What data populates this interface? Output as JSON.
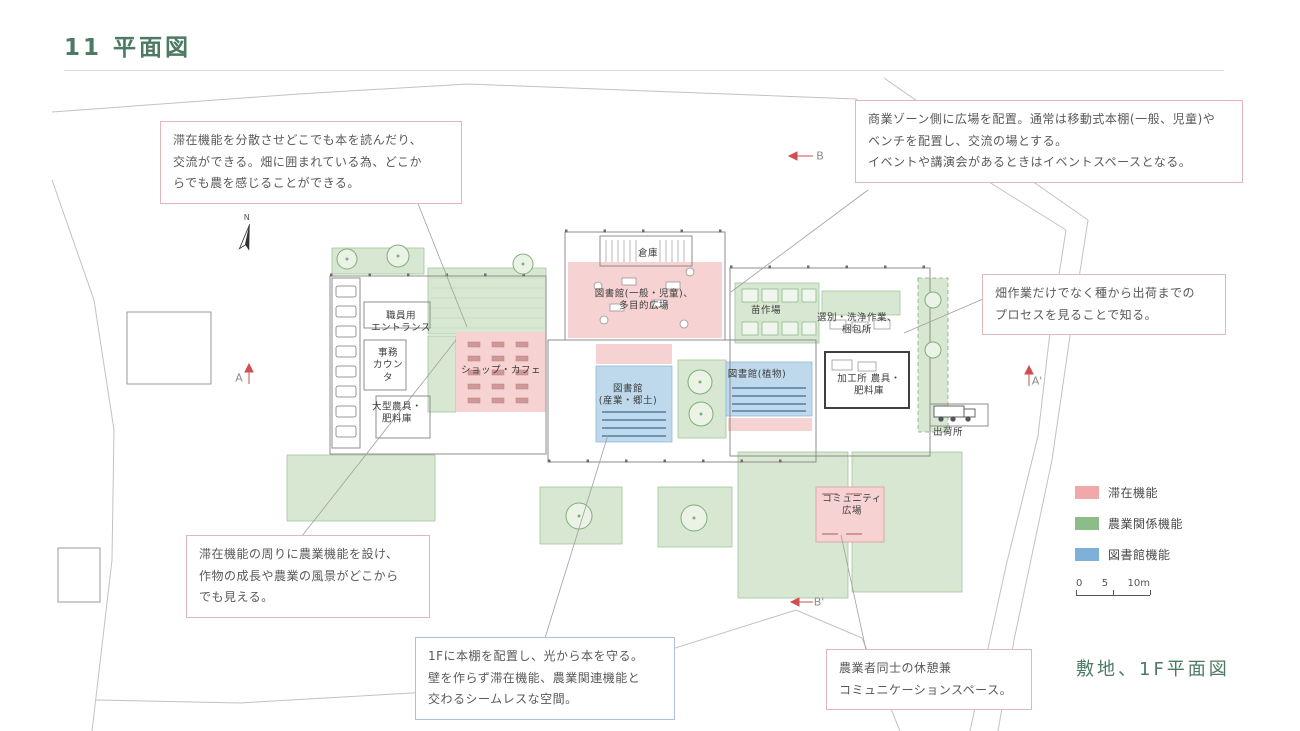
{
  "page": {
    "title": "11 平面図",
    "caption": "敷地、1F平面図"
  },
  "callouts": {
    "stay_distributed": "滞在機能を分散させどこでも本を読んだり、\n交流ができる。畑に囲まれている為、どこか\nらでも農を感じることができる。",
    "commercial_plaza": "商業ゾーン側に広場を配置。通常は移動式本棚(一般、児童)や\nベンチを配置し、交流の場とする。\nイベントや講演会があるときはイベントスペースとなる。",
    "field_process": "畑作業だけでなく種から出荷までの\nプロセスを見ることで知る。",
    "agri_around_stay": "滞在機能の周りに農業機能を設け、\n作物の成長や農業の風景がどこから\nでも見える。",
    "bookshelf_1f": "1Fに本棚を配置し、光から本を守る。\n壁を作らず滞在機能、農業関連機能と\n交わるシームレスな空間。",
    "farmer_rest": "農業者同士の休憩兼\nコミュニケーションスペース。"
  },
  "plan_labels": {
    "storage": "倉庫",
    "library_general": "図書館(一般・児童)、\n多目的広場",
    "nursery": "苗作場",
    "sorting": "選別・洗浄作業、\n梱包所",
    "staff_entrance": "職員用\nエントランス",
    "office_counter": "事務\nカウン\nタ",
    "large_equipment": "大型農具・\n肥料庫",
    "shop_cafe": "ショップ・カフェ",
    "library_industry": "図書館\n(産業・郷土)",
    "library_plants": "図書館(植物)",
    "processing": "加工所 農具・\n肥料庫",
    "shipping": "出荷所",
    "community_plaza": "コミュニティ\n広場",
    "north": "N"
  },
  "section_markers": {
    "top": "B",
    "bottom": "B'",
    "left": "A",
    "right": "A'"
  },
  "legend": {
    "items": [
      {
        "label": "滞在機能",
        "color": "#f0a8a8"
      },
      {
        "label": "農業関係機能",
        "color": "#8cbd88"
      },
      {
        "label": "図書館機能",
        "color": "#7fb0d8"
      }
    ]
  },
  "scale_bar": {
    "labels": [
      "0",
      "5",
      "10m"
    ]
  },
  "colors": {
    "accent_green": "#4d7a63",
    "stay_pink": "#f6d2d2",
    "agri_green": "#d7e7d1",
    "library_blue": "#bed9ec",
    "section_red": "#cf4f4f"
  }
}
